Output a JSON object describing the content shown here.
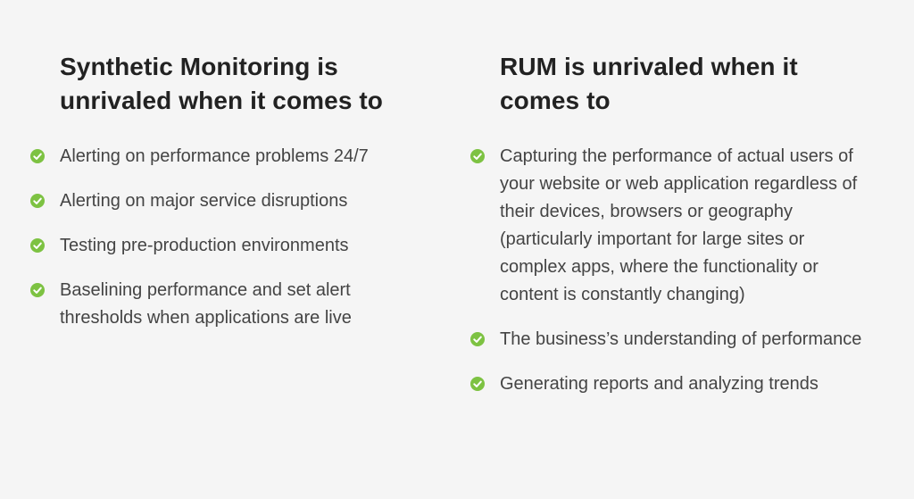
{
  "theme": {
    "background": "#f5f5f5",
    "check_color": "#7dc242",
    "heading_color": "#222222",
    "text_color": "#444444"
  },
  "left": {
    "heading": "Synthetic Monitoring is unrivaled when it comes to",
    "items": [
      {
        "icon": "check-circle-icon",
        "text": "Alerting on performance problems 24/7"
      },
      {
        "icon": "check-circle-icon",
        "text": "Alerting on major service disruptions"
      },
      {
        "icon": "check-circle-icon",
        "text": "Testing pre-production environments"
      },
      {
        "icon": "check-circle-icon",
        "text": "Baselining performance and set alert thresholds when applications are live"
      }
    ]
  },
  "right": {
    "heading": "RUM is unrivaled when it comes to",
    "items": [
      {
        "icon": "check-circle-icon",
        "text": "Capturing the performance of actual users of your website or web application regardless of their devices, browsers or geography (particularly important for large sites or complex apps, where the functionality or content is constantly changing)"
      },
      {
        "icon": "check-circle-icon",
        "text": "The business’s understanding of performance"
      },
      {
        "icon": "check-circle-icon",
        "text": "Generating reports and analyzing trends"
      }
    ]
  }
}
